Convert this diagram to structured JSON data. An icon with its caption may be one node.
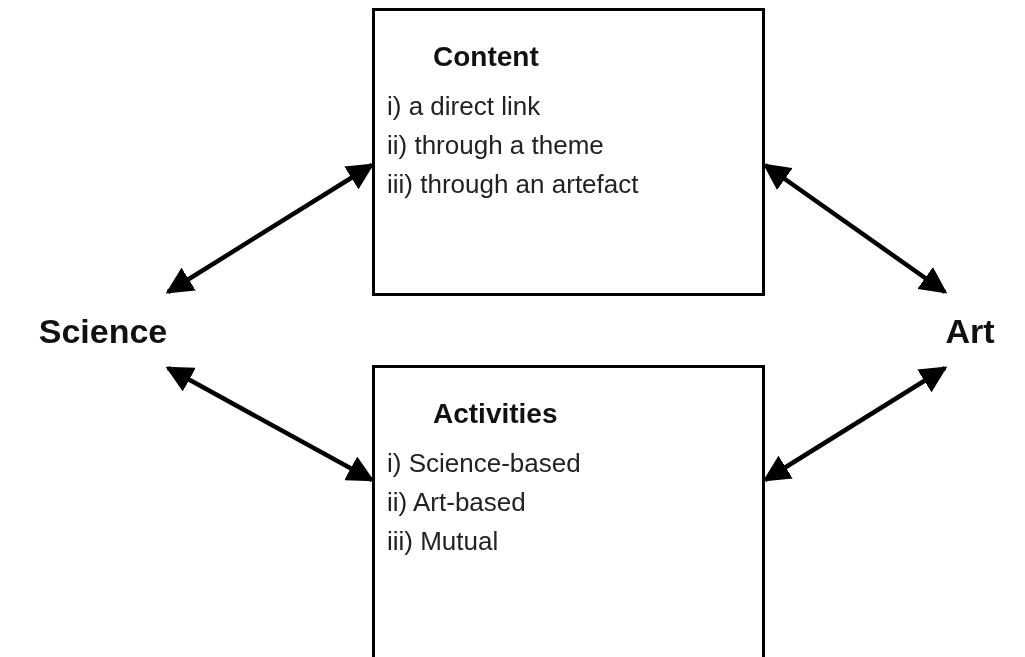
{
  "diagram": {
    "nodes": [
      {
        "text": [
          "Science"
        ]
      },
      {
        "text": [
          "Content",
          "i) a direct link",
          "ii) through a theme",
          "iii) through an artefact"
        ]
      },
      {
        "text": [
          "Art"
        ]
      },
      {
        "text": [
          "Activities",
          "i) Science-based",
          "ii) Art-based",
          "iii) Mutual"
        ]
      }
    ],
    "edges": [
      {
        "from": 0,
        "to": 1,
        "arrow": "both"
      },
      {
        "from": 1,
        "to": 2,
        "arrow": "both"
      },
      {
        "from": 0,
        "to": 3,
        "arrow": "both"
      },
      {
        "from": 3,
        "to": 2,
        "arrow": "both"
      }
    ]
  }
}
